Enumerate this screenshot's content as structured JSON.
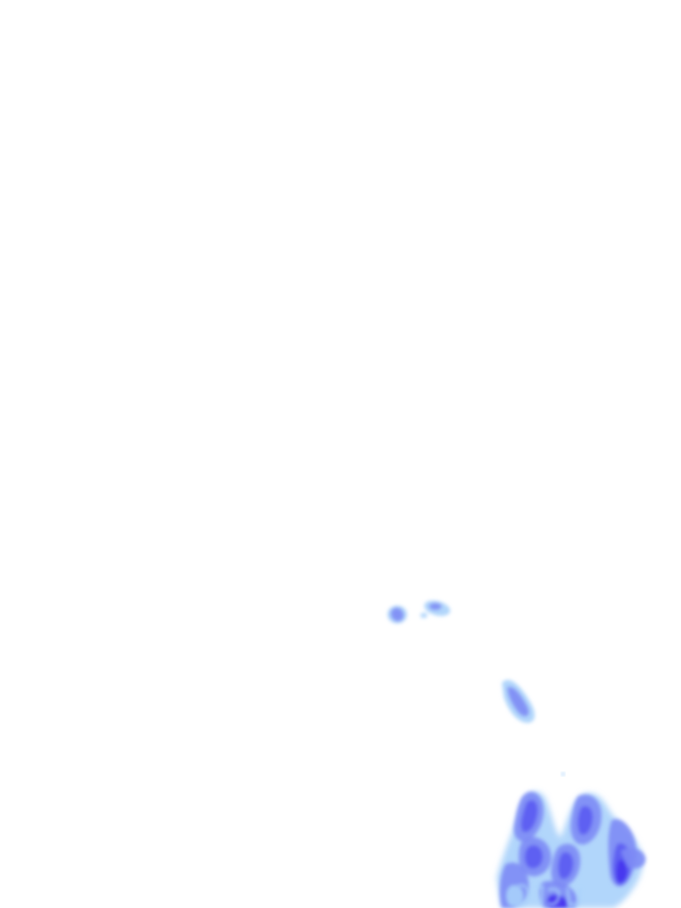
{
  "overlay": {
    "kind": "precipitation radar layer",
    "background": "#ffffff",
    "colors": {
      "light": "#a9d2fb",
      "medium": "#7d8bf5",
      "heavy": "#5b5cf2",
      "intense": "#4636ee"
    },
    "echoes": [
      {
        "id": "cell-small-west",
        "intensity": "medium"
      },
      {
        "id": "cell-small-east",
        "intensity": "light"
      },
      {
        "id": "cell-streak-central",
        "intensity": "medium"
      },
      {
        "id": "cluster-southeast",
        "intensity": "heavy"
      }
    ]
  }
}
